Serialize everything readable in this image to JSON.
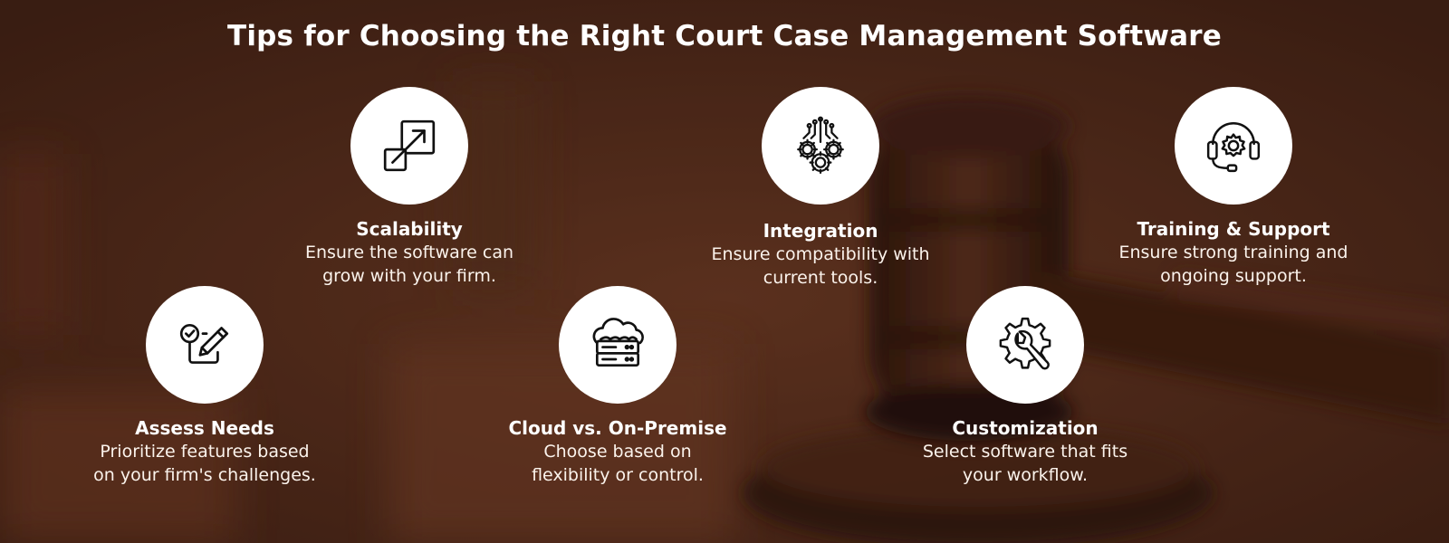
{
  "title": "Tips for Choosing the Right Court Case Management Software",
  "colors": {
    "background": "#4a2819",
    "circle": "#ffffff",
    "icon_stroke": "#111111",
    "text": "#ffffff"
  },
  "tips": [
    {
      "id": "scalability",
      "icon": "resize-arrows-icon",
      "title": "Scalability",
      "description": "Ensure the software can\ngrow with your firm."
    },
    {
      "id": "integration",
      "icon": "circuit-gears-icon",
      "title": "Integration",
      "description": "Ensure compatibility with\ncurrent tools."
    },
    {
      "id": "training-support",
      "icon": "headset-gear-icon",
      "title": "Training & Support",
      "description": "Ensure strong training and\nongoing support."
    },
    {
      "id": "assess-needs",
      "icon": "checklist-pencil-icon",
      "title": "Assess Needs",
      "description": "Prioritize features based\non your firm's challenges."
    },
    {
      "id": "cloud-on-premise",
      "icon": "cloud-server-icon",
      "title": "Cloud vs. On-Premise",
      "description": "Choose based on\nflexibility or control."
    },
    {
      "id": "customization",
      "icon": "gear-wrench-icon",
      "title": "Customization",
      "description": "Select software that fits\nyour workflow."
    }
  ]
}
